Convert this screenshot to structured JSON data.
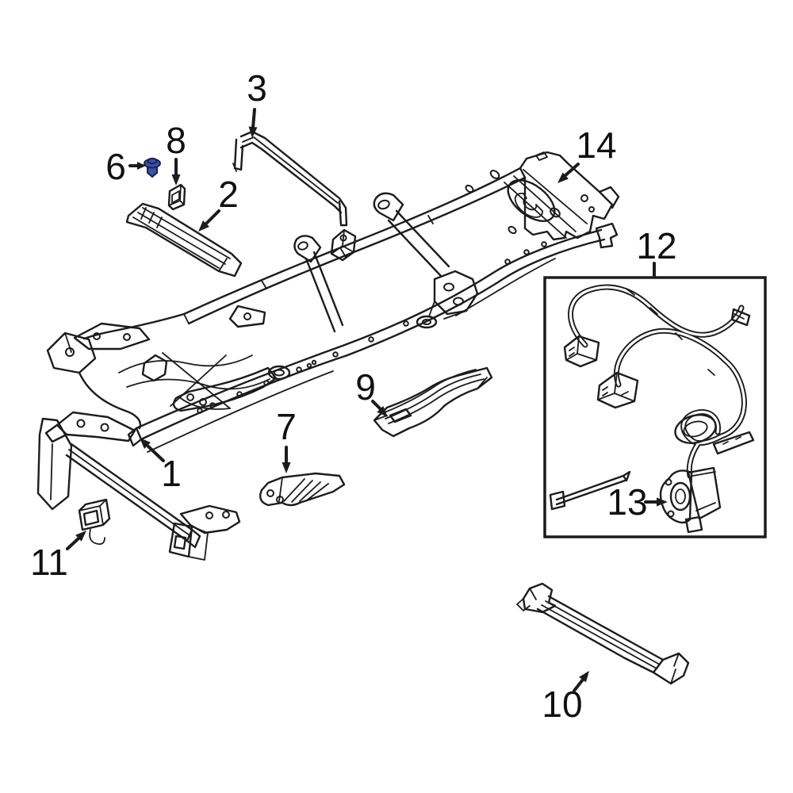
{
  "diagram": {
    "kind": "exploded-parts-line-diagram",
    "background": "#ffffff",
    "colors": {
      "line": "#1c1c1c",
      "text": "#111111",
      "highlight_fill": "#3d519e",
      "highlight_stroke": "#16205c"
    },
    "callouts": [
      {
        "number": "1"
      },
      {
        "number": "2"
      },
      {
        "number": "3"
      },
      {
        "number": "6"
      },
      {
        "number": "7"
      },
      {
        "number": "8"
      },
      {
        "number": "9"
      },
      {
        "number": "10"
      },
      {
        "number": "11"
      },
      {
        "number": "12"
      },
      {
        "number": "13"
      },
      {
        "number": "14"
      }
    ]
  }
}
